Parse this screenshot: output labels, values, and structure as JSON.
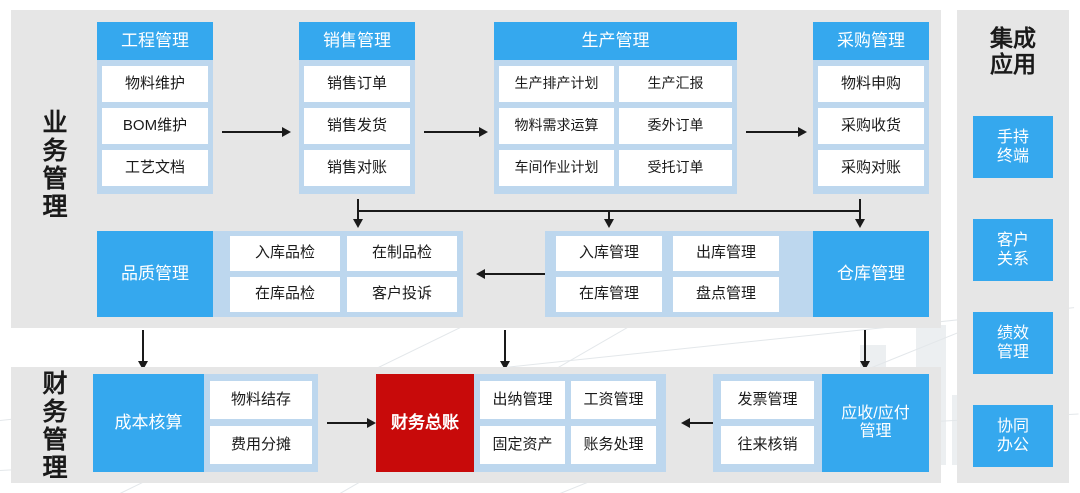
{
  "diagram": {
    "sections": {
      "business": {
        "label_chars": [
          "业",
          "务",
          "管",
          "理"
        ]
      },
      "finance": {
        "label_chars": [
          "财",
          "务",
          "管",
          "理"
        ]
      }
    },
    "business_row1": [
      {
        "title": "工程管理",
        "cells": [
          "物料维护",
          "BOM维护",
          "工艺文档"
        ]
      },
      {
        "title": "销售管理",
        "cells": [
          "销售订单",
          "销售发货",
          "销售对账"
        ]
      },
      {
        "title": "生产管理",
        "cells": [
          "生产排产计划",
          "生产汇报",
          "物料需求运算",
          "委外订单",
          "车间作业计划",
          "受托订单"
        ]
      },
      {
        "title": "采购管理",
        "cells": [
          "物料申购",
          "采购收货",
          "采购对账"
        ]
      }
    ],
    "business_row2": {
      "quality": {
        "title": "品质管理",
        "cells": [
          "入库品检",
          "在制品检",
          "在库品检",
          "客户投诉"
        ]
      },
      "warehouse": {
        "title": "仓库管理",
        "cells": [
          "入库管理",
          "出库管理",
          "在库管理",
          "盘点管理"
        ]
      }
    },
    "finance_row": {
      "cost": {
        "title": "成本核算",
        "cells": [
          "物料结存",
          "费用分摊"
        ]
      },
      "ledger": {
        "title": "财务总账",
        "cells": [
          "出纳管理",
          "工资管理",
          "固定资产",
          "账务处理"
        ]
      },
      "arap": {
        "title": "应收/应付管理",
        "title_lines": [
          "应收/应付",
          "管理"
        ],
        "cells": [
          "发票管理",
          "往来核销"
        ]
      }
    },
    "integration": {
      "title_lines": [
        "集成",
        "应用"
      ],
      "buttons": [
        {
          "lines": [
            "手持",
            "终端"
          ]
        },
        {
          "lines": [
            "客户",
            "关系"
          ]
        },
        {
          "lines": [
            "绩效",
            "管理"
          ]
        },
        {
          "lines": [
            "协同",
            "办公"
          ]
        }
      ]
    },
    "colors": {
      "accent_blue": "#35a8ee",
      "light_blue": "#bdd7ee",
      "panel_gray": "#e6e6e6",
      "ledger_red": "#c80a0a",
      "text_dark": "#1a1a1a"
    }
  }
}
